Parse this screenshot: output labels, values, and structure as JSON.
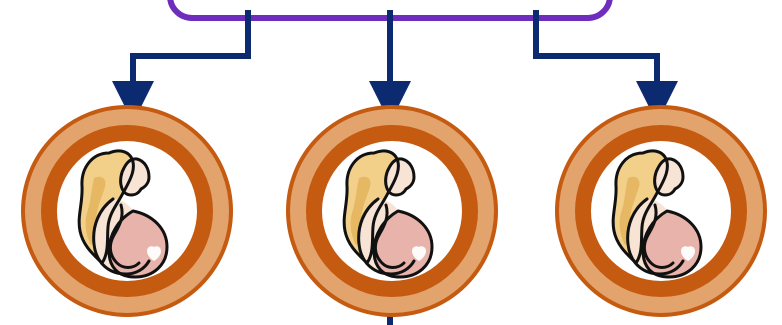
{
  "colors": {
    "background": "#ffffff",
    "top_box_fill": "#ffffff",
    "top_box_border": "#6f2dbd",
    "connector": "#0b2a6f",
    "ring_outer": "#e3a36c",
    "ring_inner": "#c55a11",
    "portrait_bg": "#ffffff",
    "hair": "#f2d08a",
    "hair_shadow": "#e2b15a",
    "skin": "#f7e4d5",
    "belly": "#e7b3aa",
    "outline": "#111111",
    "heart": "#ffffff"
  },
  "diagram": {
    "top_box_label": "",
    "nodes": [
      {
        "name": "pregnant-woman-icon-left"
      },
      {
        "name": "pregnant-woman-icon-center"
      },
      {
        "name": "pregnant-woman-icon-right"
      }
    ],
    "edges": [
      {
        "from": "top-box",
        "to": "pregnant-woman-icon-left"
      },
      {
        "from": "top-box",
        "to": "pregnant-woman-icon-center"
      },
      {
        "from": "top-box",
        "to": "pregnant-woman-icon-right"
      },
      {
        "from": "pregnant-woman-icon-center",
        "to": "below"
      }
    ]
  }
}
